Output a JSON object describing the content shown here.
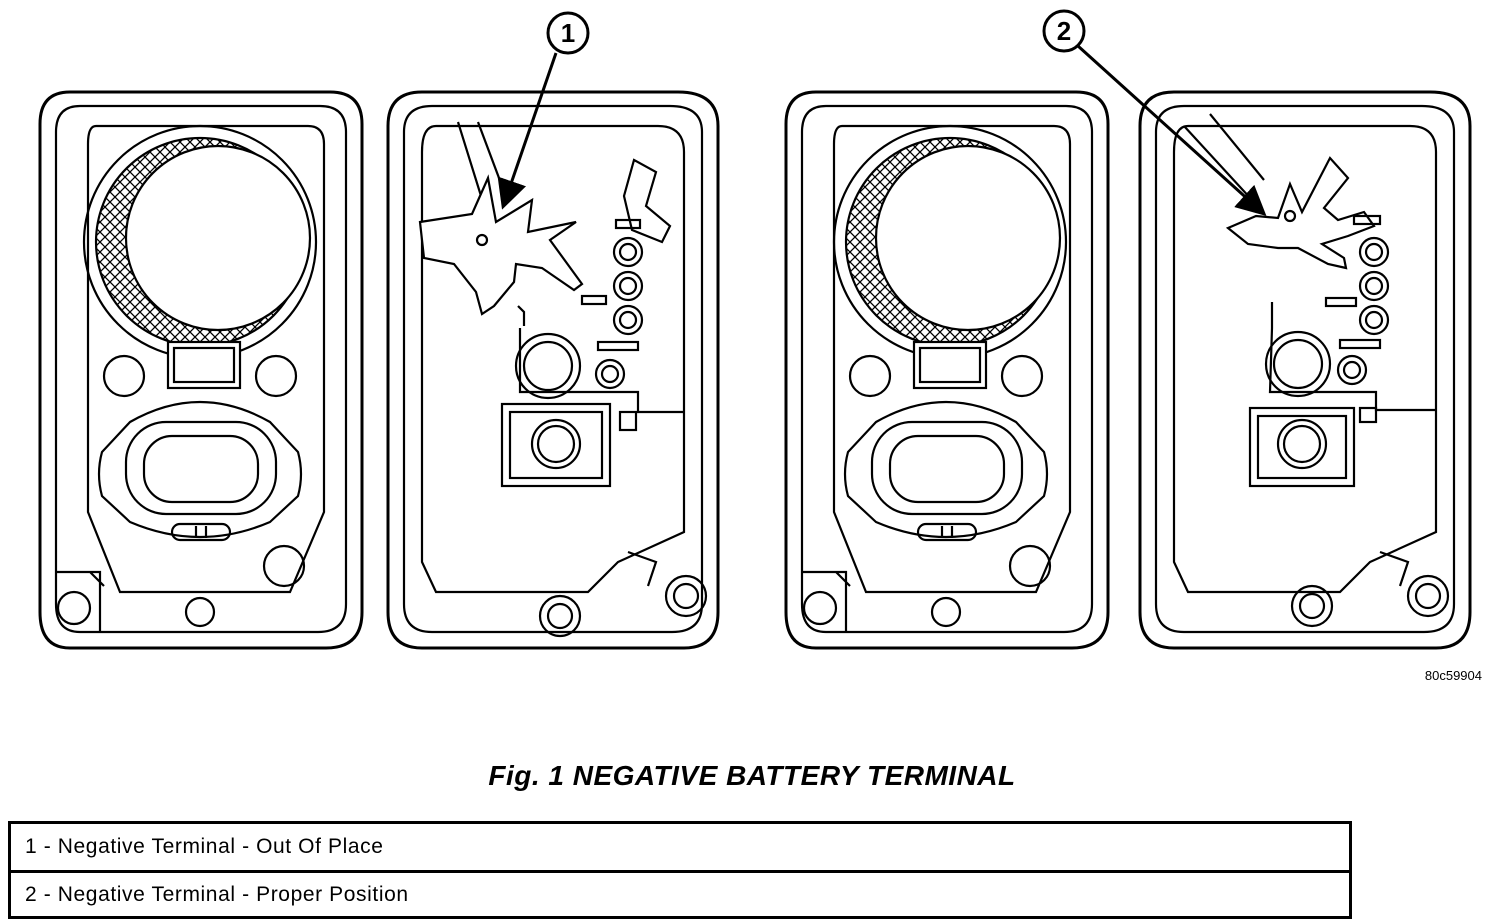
{
  "figure": {
    "callouts": [
      {
        "label": "1"
      },
      {
        "label": "2"
      }
    ],
    "reference_code": "80c59904"
  },
  "caption": "Fig. 1 NEGATIVE BATTERY TERMINAL",
  "legend": [
    {
      "text": "1 - Negative Terminal - Out Of Place"
    },
    {
      "text": "2 - Negative Terminal - Proper Position"
    }
  ]
}
